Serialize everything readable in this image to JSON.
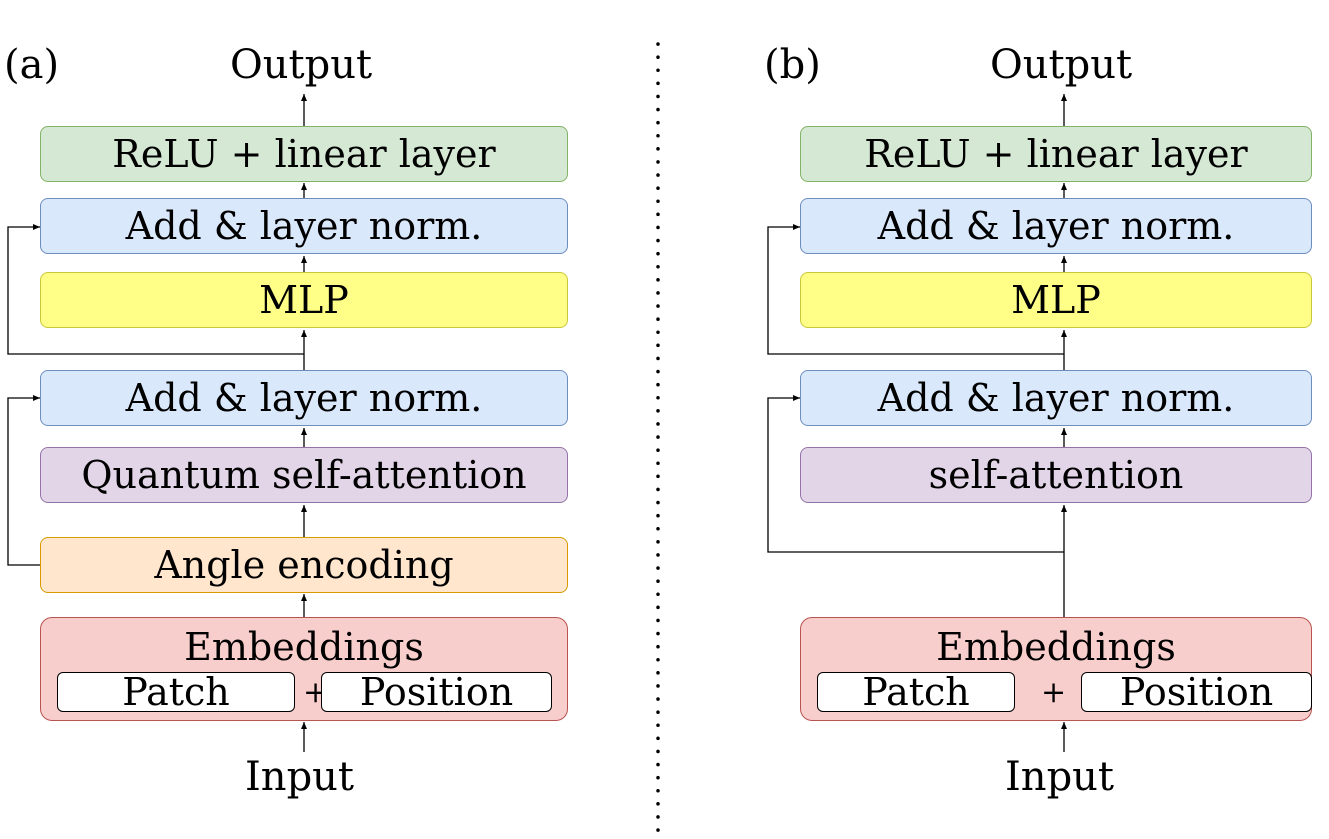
{
  "left": {
    "label": "(a)",
    "output": "Output",
    "input": "Input",
    "relu": "ReLU + linear layer",
    "addnorm_top": "Add & layer norm.",
    "mlp": "MLP",
    "addnorm_bottom": "Add & layer norm.",
    "attention": "Quantum self-attention",
    "encoding": "Angle encoding",
    "embeddings": "Embeddings",
    "patch": "Patch",
    "plus": "+",
    "position": "Position"
  },
  "right": {
    "label": "(b)",
    "output": "Output",
    "input": "Input",
    "relu": "ReLU + linear layer",
    "addnorm_top": "Add & layer norm.",
    "mlp": "MLP",
    "addnorm_bottom": "Add & layer norm.",
    "attention": "self-attention",
    "embeddings": "Embeddings",
    "patch": "Patch",
    "plus": "+",
    "position": "Position"
  },
  "colors": {
    "relu": "#d5e8d4",
    "addnorm": "#dae8fc",
    "mlp": "#ffff88",
    "attention": "#e1d5e7",
    "encoding": "#ffe6cc",
    "embeddings": "#f8cecc"
  }
}
